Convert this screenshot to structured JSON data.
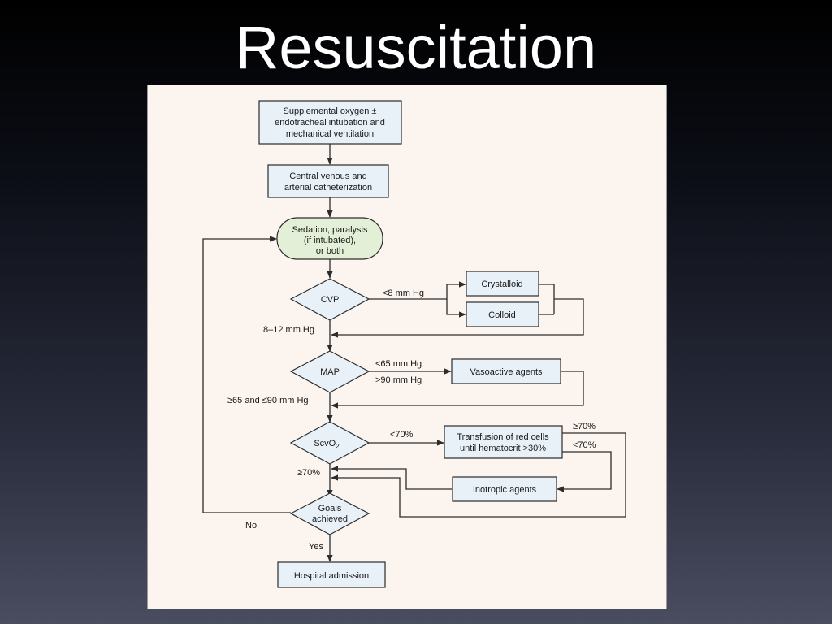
{
  "slide": {
    "title": "Resuscitation"
  },
  "nodes": {
    "oxygen": [
      "Supplemental oxygen ±",
      "endotracheal intubation and",
      "mechanical ventilation"
    ],
    "catheter": [
      "Central venous and",
      "arterial catheterization"
    ],
    "sedation": [
      "Sedation, paralysis",
      "(if intubated),",
      "or both"
    ],
    "cvp": [
      "CVP"
    ],
    "crystalloid": [
      "Crystalloid"
    ],
    "colloid": [
      "Colloid"
    ],
    "map": [
      "MAP"
    ],
    "vasoactive": [
      "Vasoactive agents"
    ],
    "scvo2": [
      "ScvO",
      "2"
    ],
    "transfusion": [
      "Transfusion of red cells",
      "until hematocrit >30%"
    ],
    "inotropic": [
      "Inotropic agents"
    ],
    "goals": [
      "Goals",
      "achieved"
    ],
    "hospital": [
      "Hospital admission"
    ]
  },
  "edge_labels": {
    "cvp_low": "<8 mm Hg",
    "cvp_ok": "8–12 mm Hg",
    "map_low": "<65 mm Hg",
    "map_high": ">90 mm Hg",
    "map_ok": "≥65 and ≤90 mm Hg",
    "scvo2_low": "<70%",
    "transfusion_high": "≥70%",
    "transfusion_low": "<70%",
    "scvo2_ok": "≥70%",
    "goals_no": "No",
    "goals_yes": "Yes"
  },
  "colors": {
    "box_fill": "#e9f1f8",
    "pill_fill": "#e3f0d7",
    "panel_bg": "#fbf4ef",
    "line": "#2c2c2c"
  }
}
